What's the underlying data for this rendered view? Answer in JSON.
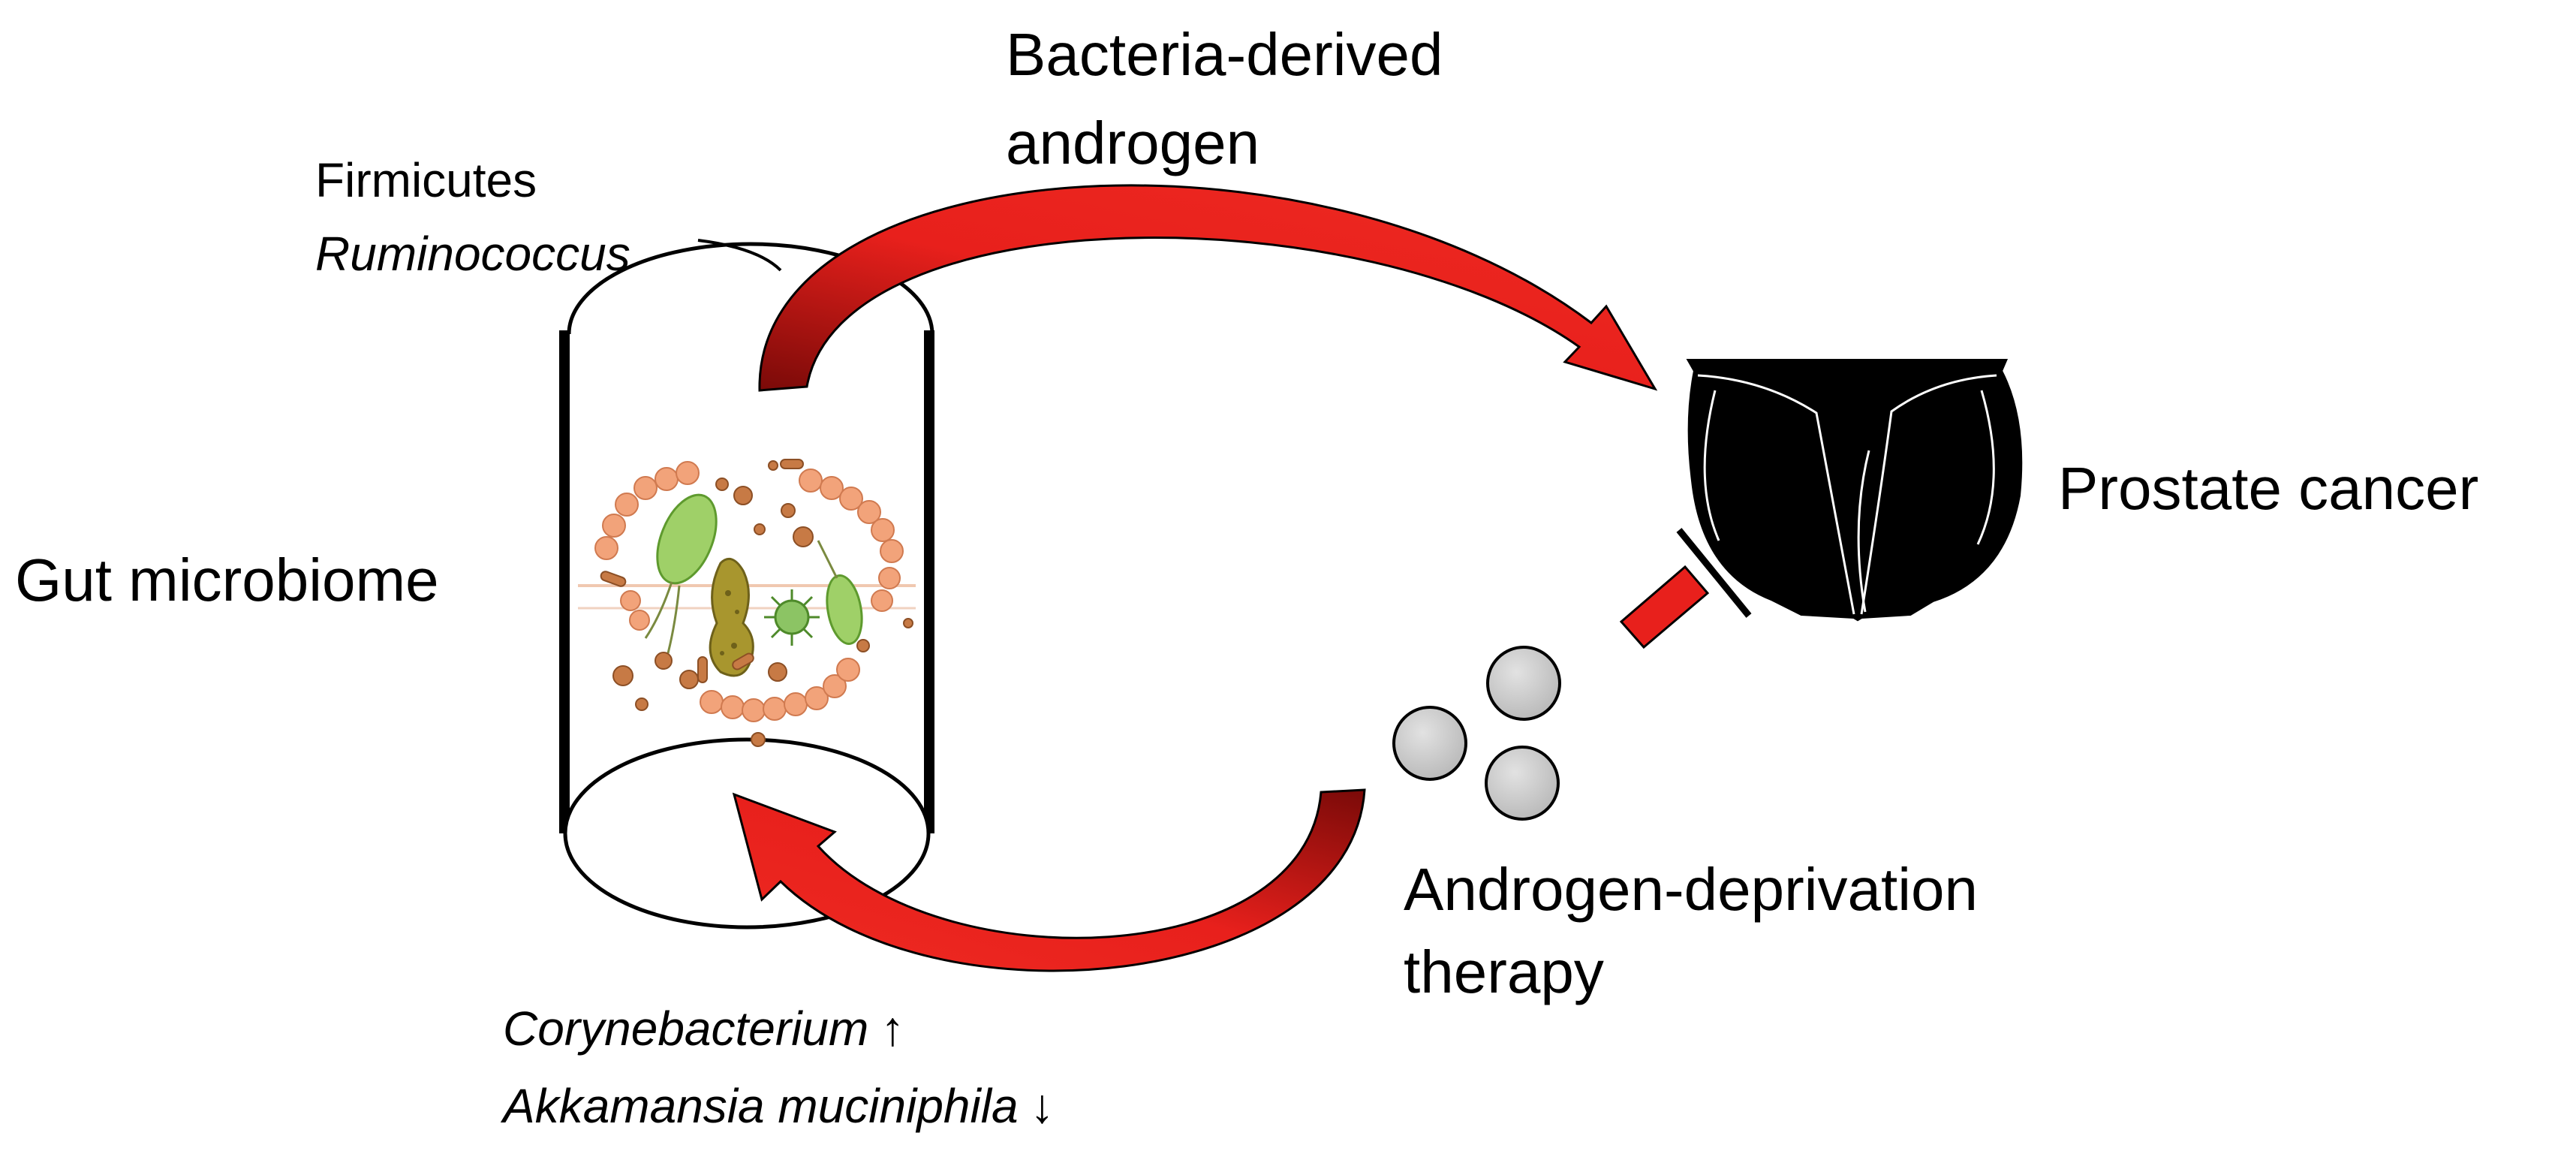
{
  "labels": {
    "bacteria_line1": "Bacteria-derived",
    "bacteria_line2": "androgen",
    "firmicutes": "Firmicutes",
    "ruminococcus": "Ruminococcus",
    "gut_microbiome": "Gut microbiome",
    "prostate_cancer": "Prostate cancer",
    "adt_line1": "Androgen-deprivation",
    "adt_line2": "therapy",
    "corynebacterium": "Corynebacterium",
    "akkermansia": "Akkamansia muciniphila"
  },
  "indicators": {
    "corynebacterium_trend": "↑",
    "akkermansia_trend": "↓"
  },
  "colors": {
    "arrow_red": "#e8201c",
    "arrow_dark": "#6a0a08",
    "pill_gray": "#c8c8c8",
    "ink": "#000000"
  }
}
